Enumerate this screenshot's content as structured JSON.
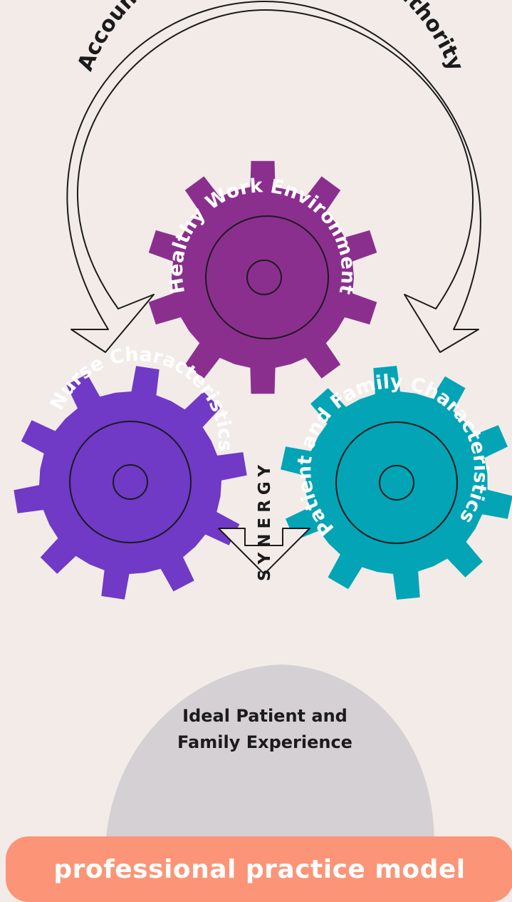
{
  "arc_label": "Accountability • Autonomy • Authority",
  "gears": [
    {
      "label": "Healthy Work Environment",
      "color": "#8b2f8f"
    },
    {
      "label": "Nurse Characteristics",
      "color": "#7039c6"
    },
    {
      "label": "Patient and Family Characteristics",
      "color": "#02a4b6"
    }
  ],
  "synergy_label": "SYNERGY",
  "outcome": {
    "line1": "Ideal  Patient and",
    "line2": "Family Experience",
    "color": "#d5d0d3"
  },
  "banner": {
    "label": "professional practice model",
    "color": "#fc9577"
  },
  "colors": {
    "background": "#f2ebe8",
    "outline": "#1b1b1b"
  }
}
